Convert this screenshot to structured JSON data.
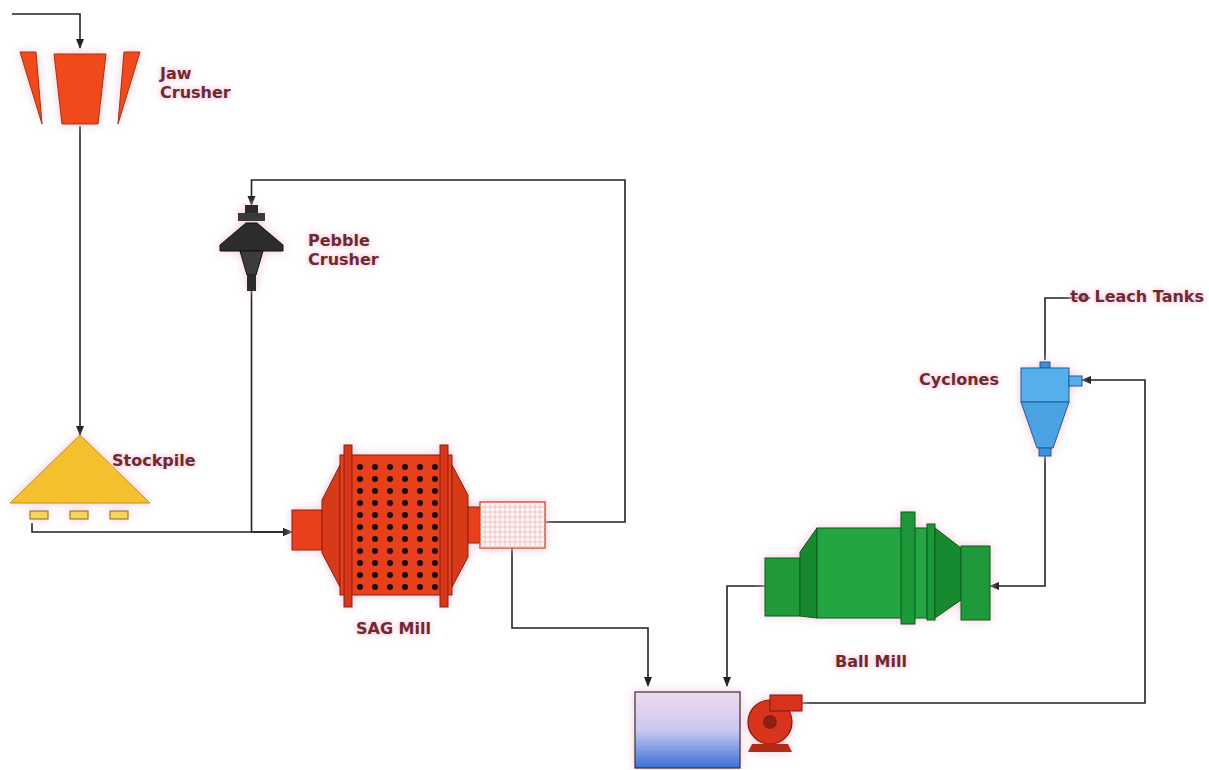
{
  "diagram": {
    "nodes": [
      {
        "text": [
          "Jaw Crusher"
        ]
      },
      {
        "text": [
          "Pebble Crusher"
        ]
      },
      {
        "text": [
          "Stockpile"
        ]
      },
      {
        "text": [
          "SAG Mill"
        ]
      },
      {
        "text": [
          "Cyclones"
        ]
      },
      {
        "text": [
          "Ball Mill"
        ]
      }
    ],
    "edges": [
      {
        "from": 0,
        "to": 2,
        "arrow": "to"
      },
      {
        "from": 2,
        "to": 3,
        "arrow": "to"
      },
      {
        "from": 3,
        "to": 1,
        "arrow": "to"
      },
      {
        "from": 1,
        "to": 3,
        "arrow": "to"
      },
      {
        "from": 4,
        "to": 5,
        "arrow": "to"
      }
    ],
    "labels": [
      "to Leach Tanks"
    ]
  }
}
